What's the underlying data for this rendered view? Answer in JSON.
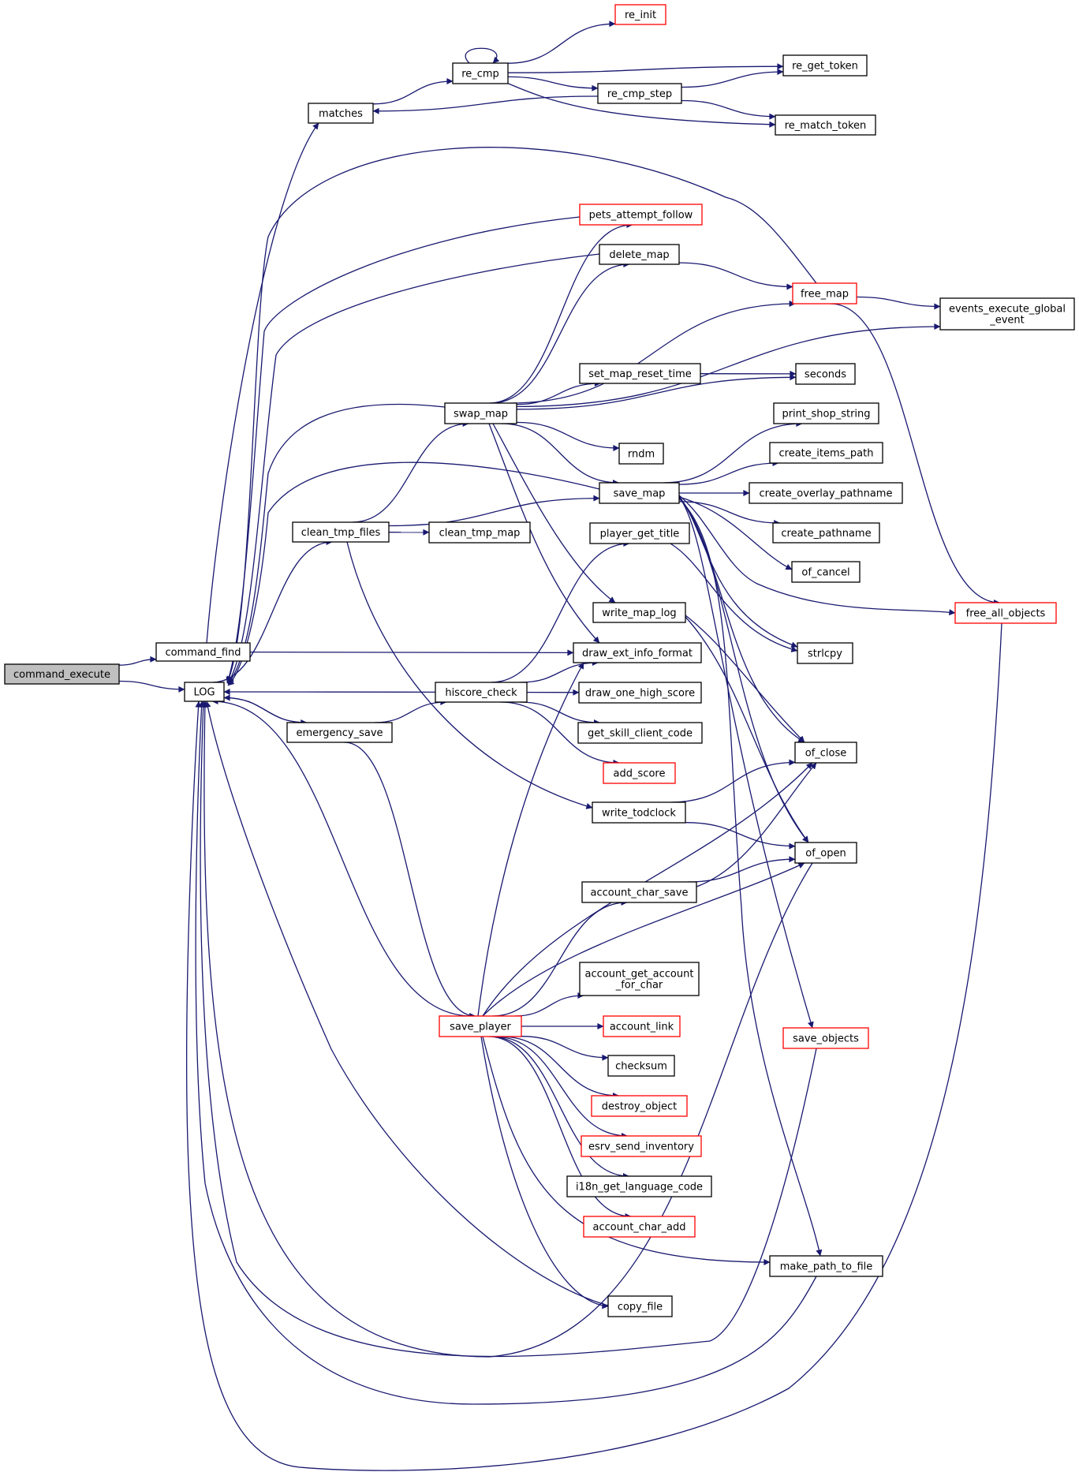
{
  "colors": {
    "edge": "#191970",
    "node_border": "#000000",
    "node_border_truncated": "#ff0000",
    "root_fill": "#bfbfbf",
    "node_fill": "#ffffff"
  },
  "nodes": [
    {
      "id": "command_execute",
      "lines": [
        "command_execute"
      ],
      "style": "root"
    },
    {
      "id": "command_find",
      "lines": [
        "command_find"
      ],
      "style": "normal"
    },
    {
      "id": "LOG",
      "lines": [
        "LOG"
      ],
      "style": "normal"
    },
    {
      "id": "matches",
      "lines": [
        "matches"
      ],
      "style": "normal"
    },
    {
      "id": "re_cmp",
      "lines": [
        "re_cmp"
      ],
      "style": "normal"
    },
    {
      "id": "re_init",
      "lines": [
        "re_init"
      ],
      "style": "truncated"
    },
    {
      "id": "re_get_token",
      "lines": [
        "re_get_token"
      ],
      "style": "normal"
    },
    {
      "id": "re_cmp_step",
      "lines": [
        "re_cmp_step"
      ],
      "style": "normal"
    },
    {
      "id": "re_match_token",
      "lines": [
        "re_match_token"
      ],
      "style": "normal"
    },
    {
      "id": "pets_attempt_follow",
      "lines": [
        "pets_attempt_follow"
      ],
      "style": "truncated"
    },
    {
      "id": "delete_map",
      "lines": [
        "delete_map"
      ],
      "style": "normal"
    },
    {
      "id": "free_map",
      "lines": [
        "free_map"
      ],
      "style": "truncated"
    },
    {
      "id": "events_execute_global_event",
      "lines": [
        "events_execute_global",
        "_event"
      ],
      "style": "normal"
    },
    {
      "id": "set_map_reset_time",
      "lines": [
        "set_map_reset_time"
      ],
      "style": "normal"
    },
    {
      "id": "seconds",
      "lines": [
        "seconds"
      ],
      "style": "normal"
    },
    {
      "id": "swap_map",
      "lines": [
        "swap_map"
      ],
      "style": "normal"
    },
    {
      "id": "print_shop_string",
      "lines": [
        "print_shop_string"
      ],
      "style": "normal"
    },
    {
      "id": "rndm",
      "lines": [
        "rndm"
      ],
      "style": "normal"
    },
    {
      "id": "create_items_path",
      "lines": [
        "create_items_path"
      ],
      "style": "normal"
    },
    {
      "id": "save_map",
      "lines": [
        "save_map"
      ],
      "style": "normal"
    },
    {
      "id": "create_overlay_pathname",
      "lines": [
        "create_overlay_pathname"
      ],
      "style": "normal"
    },
    {
      "id": "clean_tmp_files",
      "lines": [
        "clean_tmp_files"
      ],
      "style": "normal"
    },
    {
      "id": "clean_tmp_map",
      "lines": [
        "clean_tmp_map"
      ],
      "style": "normal"
    },
    {
      "id": "player_get_title",
      "lines": [
        "player_get_title"
      ],
      "style": "normal"
    },
    {
      "id": "create_pathname",
      "lines": [
        "create_pathname"
      ],
      "style": "normal"
    },
    {
      "id": "of_cancel",
      "lines": [
        "of_cancel"
      ],
      "style": "normal"
    },
    {
      "id": "write_map_log",
      "lines": [
        "write_map_log"
      ],
      "style": "normal"
    },
    {
      "id": "free_all_objects",
      "lines": [
        "free_all_objects"
      ],
      "style": "truncated"
    },
    {
      "id": "draw_ext_info_format",
      "lines": [
        "draw_ext_info_format"
      ],
      "style": "normal"
    },
    {
      "id": "strlcpy",
      "lines": [
        "strlcpy"
      ],
      "style": "normal"
    },
    {
      "id": "hiscore_check",
      "lines": [
        "hiscore_check"
      ],
      "style": "normal"
    },
    {
      "id": "draw_one_high_score",
      "lines": [
        "draw_one_high_score"
      ],
      "style": "normal"
    },
    {
      "id": "emergency_save",
      "lines": [
        "emergency_save"
      ],
      "style": "normal"
    },
    {
      "id": "get_skill_client_code",
      "lines": [
        "get_skill_client_code"
      ],
      "style": "normal"
    },
    {
      "id": "of_close",
      "lines": [
        "of_close"
      ],
      "style": "normal"
    },
    {
      "id": "add_score",
      "lines": [
        "add_score"
      ],
      "style": "truncated"
    },
    {
      "id": "write_todclock",
      "lines": [
        "write_todclock"
      ],
      "style": "normal"
    },
    {
      "id": "of_open",
      "lines": [
        "of_open"
      ],
      "style": "normal"
    },
    {
      "id": "account_char_save",
      "lines": [
        "account_char_save"
      ],
      "style": "normal"
    },
    {
      "id": "account_get_account_for_char",
      "lines": [
        "account_get_account",
        "_for_char"
      ],
      "style": "normal"
    },
    {
      "id": "save_player",
      "lines": [
        "save_player"
      ],
      "style": "truncated"
    },
    {
      "id": "account_link",
      "lines": [
        "account_link"
      ],
      "style": "truncated"
    },
    {
      "id": "save_objects",
      "lines": [
        "save_objects"
      ],
      "style": "truncated"
    },
    {
      "id": "checksum",
      "lines": [
        "checksum"
      ],
      "style": "normal"
    },
    {
      "id": "destroy_object",
      "lines": [
        "destroy_object"
      ],
      "style": "truncated"
    },
    {
      "id": "esrv_send_inventory",
      "lines": [
        "esrv_send_inventory"
      ],
      "style": "truncated"
    },
    {
      "id": "i18n_get_language_code",
      "lines": [
        "i18n_get_language_code"
      ],
      "style": "normal"
    },
    {
      "id": "account_char_add",
      "lines": [
        "account_char_add"
      ],
      "style": "truncated"
    },
    {
      "id": "make_path_to_file",
      "lines": [
        "make_path_to_file"
      ],
      "style": "normal"
    },
    {
      "id": "copy_file",
      "lines": [
        "copy_file"
      ],
      "style": "normal"
    }
  ],
  "edges": [
    [
      "command_execute",
      "command_find"
    ],
    [
      "command_execute",
      "LOG"
    ],
    [
      "command_find",
      "matches"
    ],
    [
      "command_find",
      "draw_ext_info_format"
    ],
    [
      "matches",
      "re_cmp"
    ],
    [
      "re_cmp",
      "re_cmp"
    ],
    [
      "re_cmp",
      "re_init"
    ],
    [
      "re_cmp",
      "re_get_token"
    ],
    [
      "re_cmp",
      "re_cmp_step"
    ],
    [
      "re_cmp",
      "re_match_token"
    ],
    [
      "re_cmp_step",
      "matches"
    ],
    [
      "re_cmp_step",
      "re_get_token"
    ],
    [
      "re_cmp_step",
      "re_match_token"
    ],
    [
      "LOG",
      "emergency_save"
    ],
    [
      "LOG",
      "clean_tmp_files"
    ],
    [
      "emergency_save",
      "hiscore_check"
    ],
    [
      "emergency_save",
      "save_player"
    ],
    [
      "emergency_save",
      "LOG"
    ],
    [
      "hiscore_check",
      "LOG"
    ],
    [
      "hiscore_check",
      "draw_ext_info_format"
    ],
    [
      "hiscore_check",
      "draw_one_high_score"
    ],
    [
      "hiscore_check",
      "get_skill_client_code"
    ],
    [
      "hiscore_check",
      "add_score"
    ],
    [
      "hiscore_check",
      "player_get_title"
    ],
    [
      "clean_tmp_files",
      "swap_map"
    ],
    [
      "clean_tmp_files",
      "save_map"
    ],
    [
      "clean_tmp_files",
      "clean_tmp_map"
    ],
    [
      "clean_tmp_files",
      "write_todclock"
    ],
    [
      "swap_map",
      "LOG"
    ],
    [
      "swap_map",
      "pets_attempt_follow"
    ],
    [
      "swap_map",
      "delete_map"
    ],
    [
      "swap_map",
      "free_map"
    ],
    [
      "swap_map",
      "events_execute_global_event"
    ],
    [
      "swap_map",
      "set_map_reset_time"
    ],
    [
      "swap_map",
      "seconds"
    ],
    [
      "swap_map",
      "rndm"
    ],
    [
      "swap_map",
      "save_map"
    ],
    [
      "swap_map",
      "write_map_log"
    ],
    [
      "swap_map",
      "draw_ext_info_format"
    ],
    [
      "pets_attempt_follow",
      "LOG"
    ],
    [
      "delete_map",
      "LOG"
    ],
    [
      "delete_map",
      "free_map"
    ],
    [
      "free_map",
      "LOG"
    ],
    [
      "free_map",
      "events_execute_global_event"
    ],
    [
      "free_map",
      "free_all_objects"
    ],
    [
      "set_map_reset_time",
      "seconds"
    ],
    [
      "save_map",
      "LOG"
    ],
    [
      "save_map",
      "print_shop_string"
    ],
    [
      "save_map",
      "create_items_path"
    ],
    [
      "save_map",
      "create_overlay_pathname"
    ],
    [
      "save_map",
      "create_pathname"
    ],
    [
      "save_map",
      "of_cancel"
    ],
    [
      "save_map",
      "free_all_objects"
    ],
    [
      "save_map",
      "strlcpy"
    ],
    [
      "save_map",
      "of_close"
    ],
    [
      "save_map",
      "of_open"
    ],
    [
      "save_map",
      "save_objects"
    ],
    [
      "save_map",
      "make_path_to_file"
    ],
    [
      "write_map_log",
      "of_close"
    ],
    [
      "write_map_log",
      "of_open"
    ],
    [
      "player_get_title",
      "strlcpy"
    ],
    [
      "write_todclock",
      "of_close"
    ],
    [
      "write_todclock",
      "of_open"
    ],
    [
      "save_player",
      "LOG"
    ],
    [
      "save_player",
      "draw_ext_info_format"
    ],
    [
      "save_player",
      "of_close"
    ],
    [
      "save_player",
      "of_open"
    ],
    [
      "save_player",
      "account_char_save"
    ],
    [
      "save_player",
      "account_get_account_for_char"
    ],
    [
      "save_player",
      "account_link"
    ],
    [
      "save_player",
      "checksum"
    ],
    [
      "save_player",
      "destroy_object"
    ],
    [
      "save_player",
      "esrv_send_inventory"
    ],
    [
      "save_player",
      "i18n_get_language_code"
    ],
    [
      "save_player",
      "account_char_add"
    ],
    [
      "save_player",
      "make_path_to_file"
    ],
    [
      "save_player",
      "copy_file"
    ],
    [
      "account_char_save",
      "of_close"
    ],
    [
      "account_char_save",
      "of_open"
    ],
    [
      "of_open",
      "LOG"
    ],
    [
      "save_objects",
      "LOG"
    ],
    [
      "make_path_to_file",
      "LOG"
    ],
    [
      "copy_file",
      "LOG"
    ],
    [
      "free_all_objects",
      "LOG"
    ]
  ]
}
